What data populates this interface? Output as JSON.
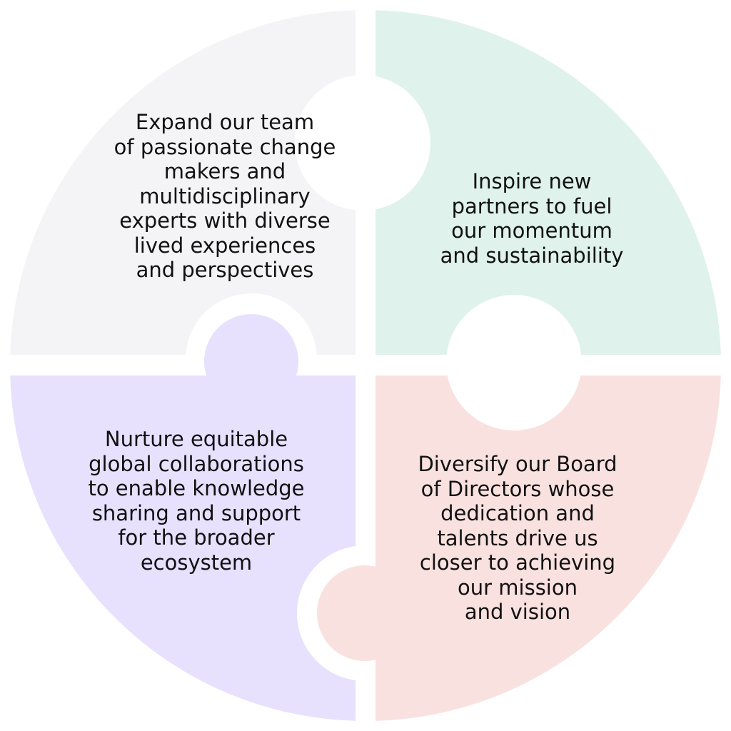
{
  "pieces": [
    {
      "id": "top-left",
      "color": "#f4f4f6",
      "text": "Expand our team\nof passionate change\nmakers and\nmultidisciplinary\nexperts with diverse\nlived experiences\nand perspectives"
    },
    {
      "id": "top-right",
      "color": "#dff2eb",
      "text": "Inspire new\npartners to fuel\nour momentum\nand sustainability"
    },
    {
      "id": "bottom-left",
      "color": "#e7e1fe",
      "text": "Nurture equitable\nglobal collaborations\nto enable knowledge\nsharing and support\nfor the broader\necosystem"
    },
    {
      "id": "bottom-right",
      "color": "#f9e1e0",
      "text": "Diversify our Board\nof Directors whose\ndedication and\ntalents drive us\ncloser to achieving\nour mission\nand vision"
    }
  ]
}
